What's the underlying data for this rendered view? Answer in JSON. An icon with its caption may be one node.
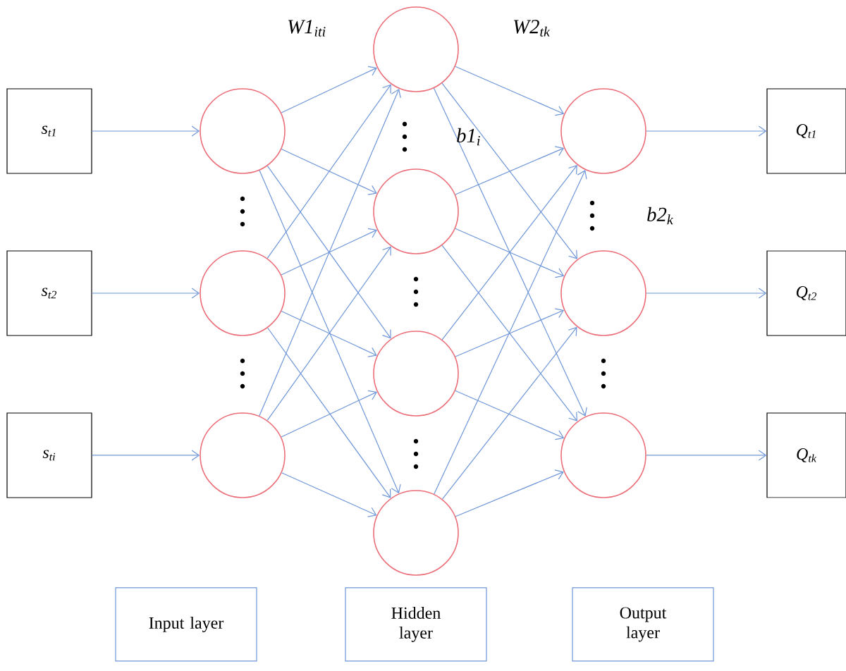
{
  "diagram": {
    "nodes": [
      {
        "text": [
          "s$_{t1}$"
        ]
      },
      {
        "text": [
          "s$_{t2}$"
        ]
      },
      {
        "text": [
          "s$_{ti}$"
        ]
      },
      {
        "text": [],
        "shape": "circle"
      },
      {
        "text": [],
        "shape": "circle"
      },
      {
        "text": [],
        "shape": "circle"
      },
      {
        "text": [],
        "shape": "circle"
      },
      {
        "text": [],
        "shape": "circle"
      },
      {
        "text": [],
        "shape": "circle"
      },
      {
        "text": [],
        "shape": "circle"
      },
      {
        "text": [],
        "shape": "circle"
      },
      {
        "text": [],
        "shape": "circle"
      },
      {
        "text": [],
        "shape": "circle"
      },
      {
        "text": [
          "Q$_{t1}$"
        ]
      },
      {
        "text": [
          "Q$_{t2}$"
        ]
      },
      {
        "text": [
          "Q$_{tk}$"
        ]
      },
      {
        "text": [
          "Input layer"
        ]
      },
      {
        "text": [
          "Hidden layer"
        ]
      },
      {
        "text": [
          "Output layer"
        ]
      }
    ],
    "edges": [
      {
        "from": 0,
        "to": 3,
        "arrow": "to"
      },
      {
        "from": 1,
        "to": 4,
        "arrow": "to"
      },
      {
        "from": 2,
        "to": 5,
        "arrow": "to"
      },
      {
        "from": 3,
        "to": 6,
        "arrow": "to"
      },
      {
        "from": 3,
        "to": 7,
        "arrow": "to"
      },
      {
        "from": 3,
        "to": 8,
        "arrow": "to"
      },
      {
        "from": 3,
        "to": 9,
        "arrow": "to"
      },
      {
        "from": 4,
        "to": 6,
        "arrow": "to"
      },
      {
        "from": 4,
        "to": 7,
        "arrow": "to"
      },
      {
        "from": 4,
        "to": 8,
        "arrow": "to"
      },
      {
        "from": 4,
        "to": 9,
        "arrow": "to"
      },
      {
        "from": 5,
        "to": 6,
        "arrow": "to"
      },
      {
        "from": 5,
        "to": 7,
        "arrow": "to"
      },
      {
        "from": 5,
        "to": 8,
        "arrow": "to"
      },
      {
        "from": 5,
        "to": 9,
        "arrow": "to"
      },
      {
        "from": 6,
        "to": 10,
        "arrow": "to"
      },
      {
        "from": 6,
        "to": 11,
        "arrow": "to"
      },
      {
        "from": 6,
        "to": 12,
        "arrow": "to"
      },
      {
        "from": 7,
        "to": 10,
        "arrow": "to"
      },
      {
        "from": 7,
        "to": 11,
        "arrow": "to"
      },
      {
        "from": 7,
        "to": 12,
        "arrow": "to"
      },
      {
        "from": 8,
        "to": 10,
        "arrow": "to"
      },
      {
        "from": 8,
        "to": 11,
        "arrow": "to"
      },
      {
        "from": 8,
        "to": 12,
        "arrow": "to"
      },
      {
        "from": 9,
        "to": 10,
        "arrow": "to"
      },
      {
        "from": 9,
        "to": 11,
        "arrow": "to"
      },
      {
        "from": 9,
        "to": 12,
        "arrow": "to"
      },
      {
        "from": 10,
        "to": 13,
        "arrow": "to"
      },
      {
        "from": 11,
        "to": 14,
        "arrow": "to"
      },
      {
        "from": 12,
        "to": 15,
        "arrow": "to"
      }
    ],
    "labels": [
      "W1$_{iti}$",
      "W2$_{tk}$",
      "b1$_{i}$",
      "b2$_{k}$"
    ]
  }
}
